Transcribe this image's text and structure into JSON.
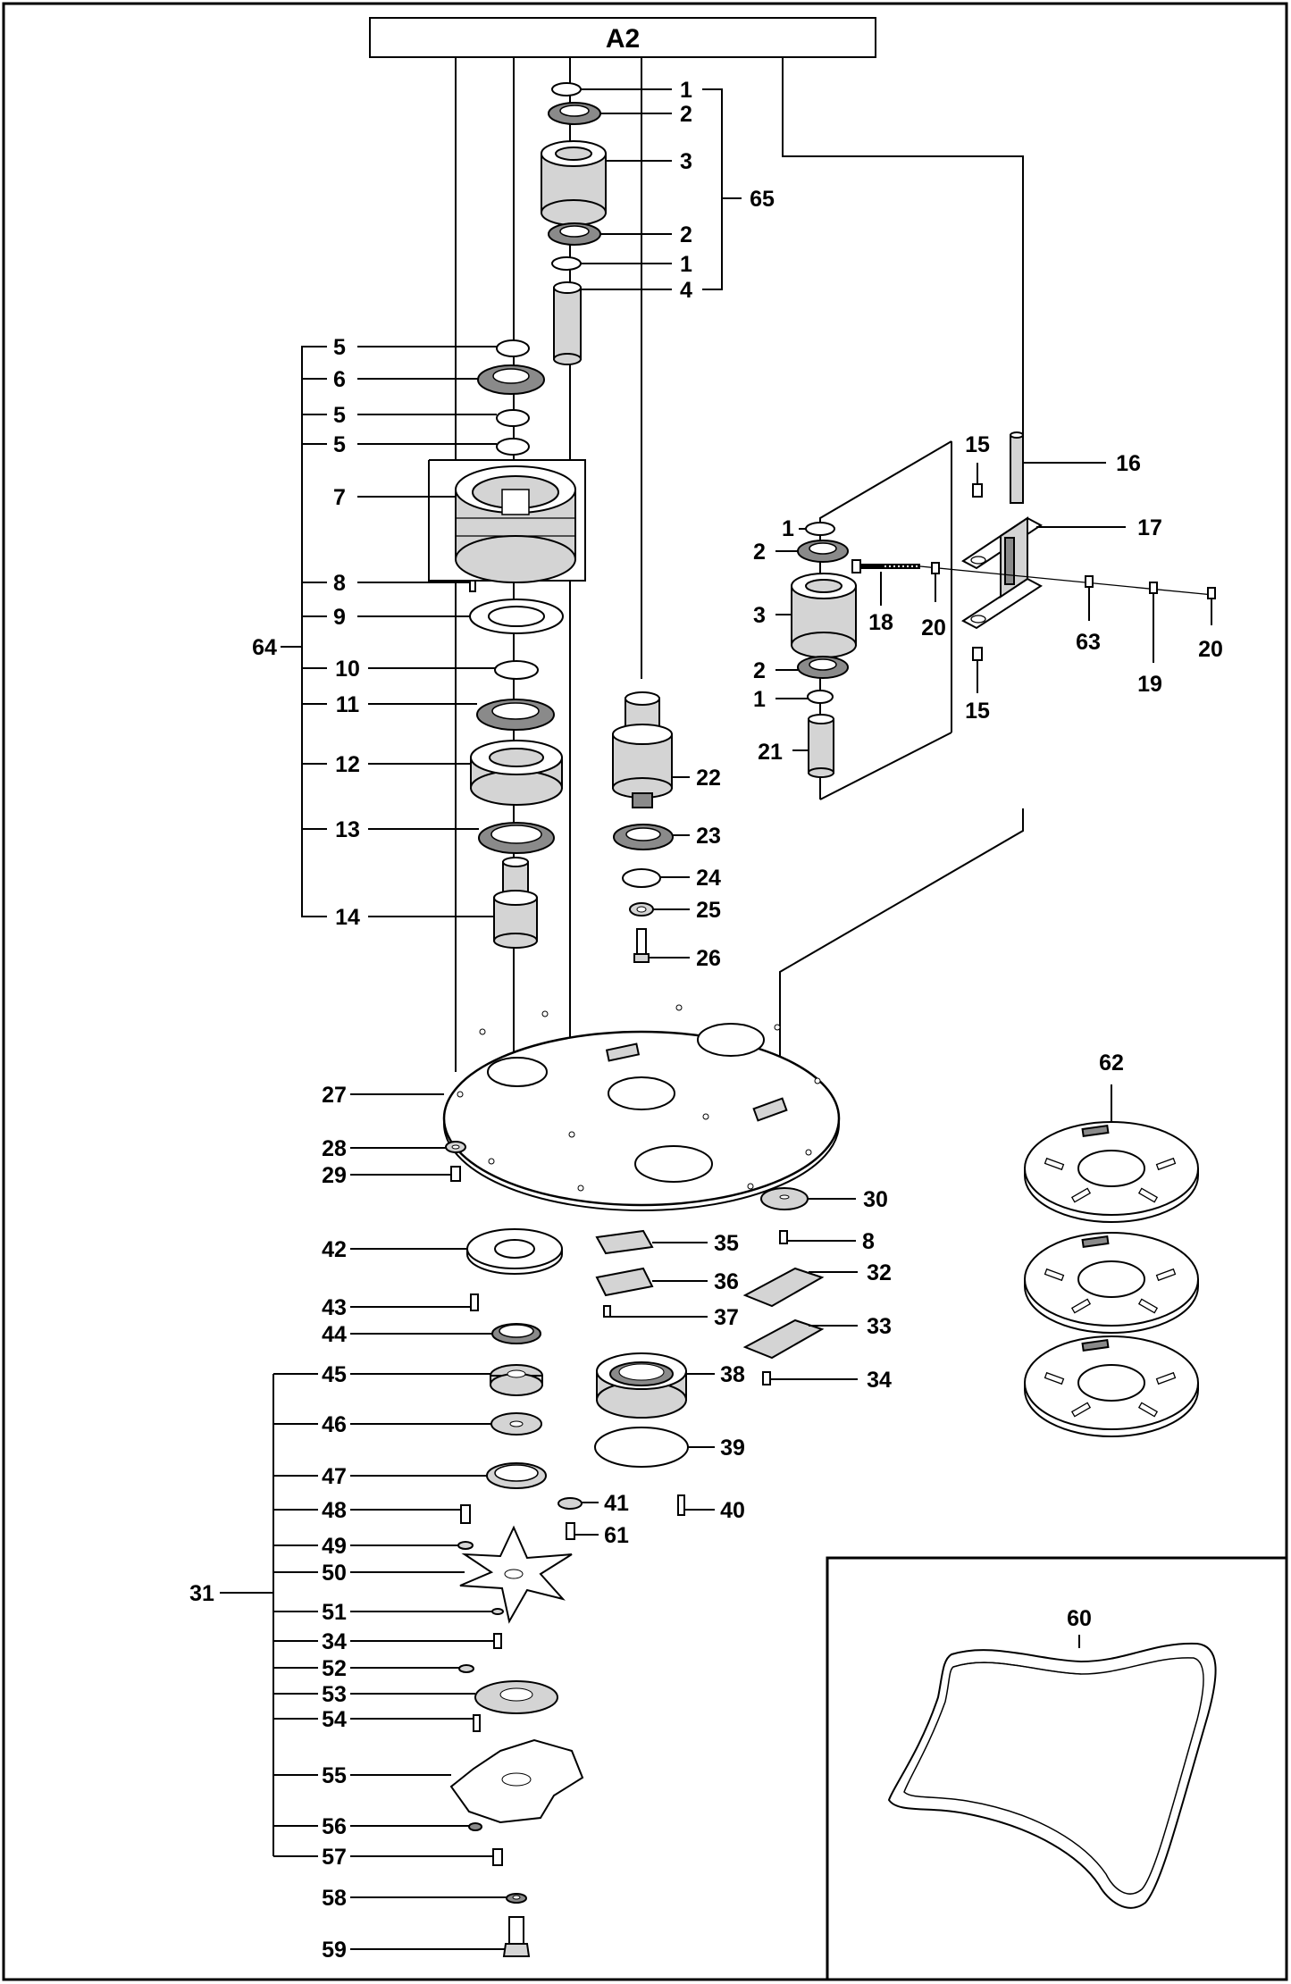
{
  "header": {
    "code": "A2"
  },
  "callouts": [
    {
      "id": "c1a",
      "text": "1"
    },
    {
      "id": "c2a",
      "text": "2"
    },
    {
      "id": "c3a",
      "text": "3"
    },
    {
      "id": "c2b",
      "text": "2"
    },
    {
      "id": "c1b",
      "text": "1"
    },
    {
      "id": "c4",
      "text": "4"
    },
    {
      "id": "c65",
      "text": "65"
    },
    {
      "id": "c5a",
      "text": "5"
    },
    {
      "id": "c6",
      "text": "6"
    },
    {
      "id": "c5b",
      "text": "5"
    },
    {
      "id": "c5c",
      "text": "5"
    },
    {
      "id": "c7",
      "text": "7"
    },
    {
      "id": "c8a",
      "text": "8"
    },
    {
      "id": "c9",
      "text": "9"
    },
    {
      "id": "c64",
      "text": "64"
    },
    {
      "id": "c10",
      "text": "10"
    },
    {
      "id": "c11",
      "text": "11"
    },
    {
      "id": "c12",
      "text": "12"
    },
    {
      "id": "c13",
      "text": "13"
    },
    {
      "id": "c14",
      "text": "14"
    },
    {
      "id": "c15a",
      "text": "15"
    },
    {
      "id": "c16",
      "text": "16"
    },
    {
      "id": "c17",
      "text": "17"
    },
    {
      "id": "c1c",
      "text": "1"
    },
    {
      "id": "c2c",
      "text": "2"
    },
    {
      "id": "c3b",
      "text": "3"
    },
    {
      "id": "c18",
      "text": "18"
    },
    {
      "id": "c20a",
      "text": "20"
    },
    {
      "id": "c63",
      "text": "63"
    },
    {
      "id": "c20b",
      "text": "20"
    },
    {
      "id": "c19",
      "text": "19"
    },
    {
      "id": "c2d",
      "text": "2"
    },
    {
      "id": "c1d",
      "text": "1"
    },
    {
      "id": "c15b",
      "text": "15"
    },
    {
      "id": "c21",
      "text": "21"
    },
    {
      "id": "c22",
      "text": "22"
    },
    {
      "id": "c23",
      "text": "23"
    },
    {
      "id": "c24",
      "text": "24"
    },
    {
      "id": "c25",
      "text": "25"
    },
    {
      "id": "c26",
      "text": "26"
    },
    {
      "id": "c27",
      "text": "27"
    },
    {
      "id": "c62",
      "text": "62"
    },
    {
      "id": "c28",
      "text": "28"
    },
    {
      "id": "c29",
      "text": "29"
    },
    {
      "id": "c30",
      "text": "30"
    },
    {
      "id": "c8b",
      "text": "8"
    },
    {
      "id": "c42",
      "text": "42"
    },
    {
      "id": "c35",
      "text": "35"
    },
    {
      "id": "c32",
      "text": "32"
    },
    {
      "id": "c36",
      "text": "36"
    },
    {
      "id": "c43",
      "text": "43"
    },
    {
      "id": "c37",
      "text": "37"
    },
    {
      "id": "c33",
      "text": "33"
    },
    {
      "id": "c44",
      "text": "44"
    },
    {
      "id": "c45",
      "text": "45"
    },
    {
      "id": "c38",
      "text": "38"
    },
    {
      "id": "c34a",
      "text": "34"
    },
    {
      "id": "c46",
      "text": "46"
    },
    {
      "id": "c39",
      "text": "39"
    },
    {
      "id": "c47",
      "text": "47"
    },
    {
      "id": "c41",
      "text": "41"
    },
    {
      "id": "c48",
      "text": "48"
    },
    {
      "id": "c40",
      "text": "40"
    },
    {
      "id": "c61",
      "text": "61"
    },
    {
      "id": "c49",
      "text": "49"
    },
    {
      "id": "c50",
      "text": "50"
    },
    {
      "id": "c31",
      "text": "31"
    },
    {
      "id": "c51",
      "text": "51"
    },
    {
      "id": "c34b",
      "text": "34"
    },
    {
      "id": "c52",
      "text": "52"
    },
    {
      "id": "c53",
      "text": "53"
    },
    {
      "id": "c54",
      "text": "54"
    },
    {
      "id": "c55",
      "text": "55"
    },
    {
      "id": "c56",
      "text": "56"
    },
    {
      "id": "c57",
      "text": "57"
    },
    {
      "id": "c58",
      "text": "58"
    },
    {
      "id": "c59",
      "text": "59"
    },
    {
      "id": "c60",
      "text": "60"
    }
  ]
}
